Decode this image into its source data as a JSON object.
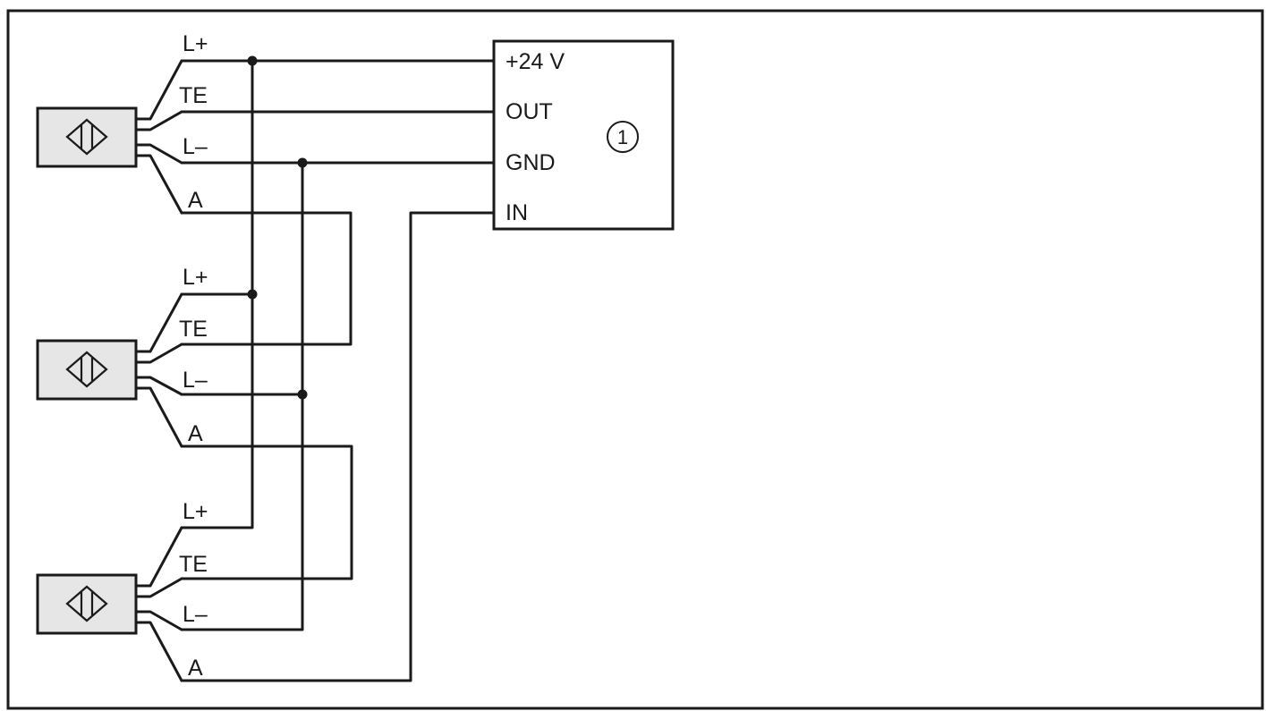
{
  "controller": {
    "terminals": [
      "+24 V",
      "OUT",
      "GND",
      "IN"
    ],
    "reference_marker": "1"
  },
  "sensors": [
    {
      "wires": [
        "L+",
        "TE",
        "L–",
        "A"
      ]
    },
    {
      "wires": [
        "L+",
        "TE",
        "L–",
        "A"
      ]
    },
    {
      "wires": [
        "L+",
        "TE",
        "L–",
        "A"
      ]
    }
  ],
  "icons": {
    "sensor_symbol": "capacitive-sensor-icon"
  },
  "colors": {
    "line": "#1a1a1a",
    "sensor_fill": "#e6e6e6",
    "background": "#ffffff"
  }
}
